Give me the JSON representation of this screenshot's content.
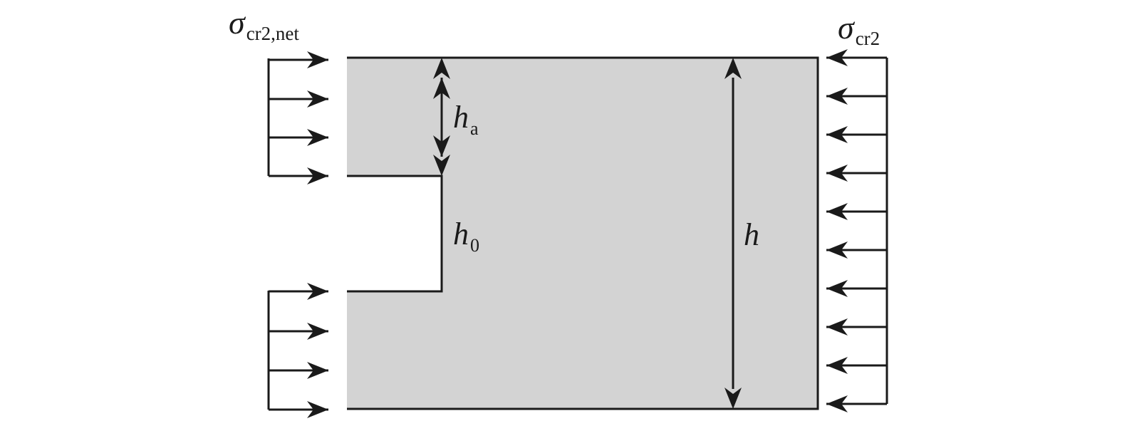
{
  "diagram": {
    "colors": {
      "fill": "#d3d3d3",
      "stroke": "#1a1a1a",
      "background": "#ffffff"
    },
    "left_stress": {
      "symbol": "σ",
      "subscript": "cr2,net",
      "arrow_direction": "right"
    },
    "right_stress": {
      "symbol": "σ",
      "subscript": "cr2",
      "arrow_direction": "left"
    },
    "dimensions": {
      "h_a": {
        "symbol": "h",
        "subscript": "a"
      },
      "h_0": {
        "symbol": "h",
        "subscript": "0"
      },
      "h": {
        "symbol": "h"
      }
    },
    "left_arrow_groups": [
      {
        "arrows": 4
      },
      {
        "arrows": 4
      }
    ],
    "right_arrows": 10
  }
}
